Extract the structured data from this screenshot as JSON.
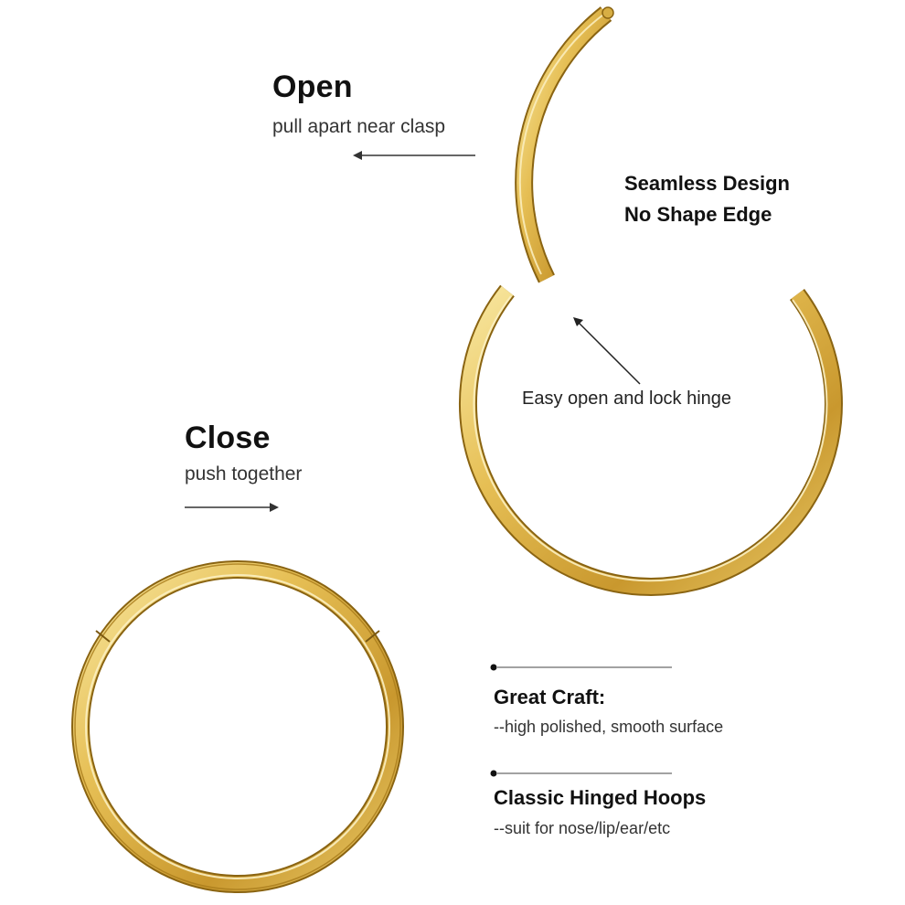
{
  "open": {
    "title": "Open",
    "subtitle": "pull apart near clasp"
  },
  "close": {
    "title": "Close",
    "subtitle": "push together"
  },
  "seamless": {
    "line1": "Seamless Design",
    "line2": "No Shape Edge"
  },
  "hinge": {
    "label": "Easy open and lock hinge"
  },
  "features": [
    {
      "title": "Great Craft:",
      "desc": "--high polished, smooth surface"
    },
    {
      "title": "Classic Hinged Hoops",
      "desc": "--suit for nose/lip/ear/etc"
    }
  ],
  "colors": {
    "gold_light": "#F6E08A",
    "gold_mid": "#E2B94A",
    "gold_dark": "#B88A1E",
    "gold_edge": "#8A6412",
    "text": "#111111"
  },
  "icons": [
    "arrow-left-icon",
    "arrow-right-icon",
    "arrow-pointer-icon",
    "bullet-dot-icon"
  ]
}
